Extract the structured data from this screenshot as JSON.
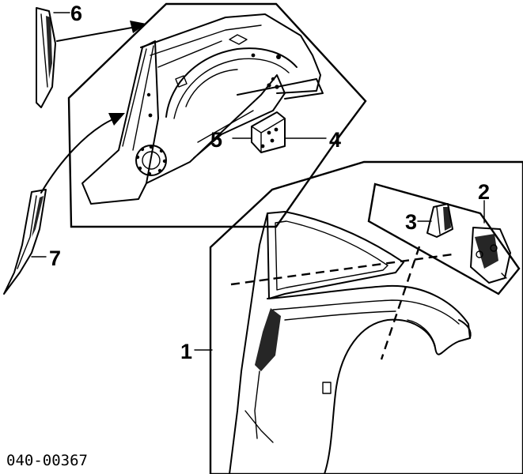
{
  "diagram": {
    "callouts": {
      "c1": "1",
      "c2": "2",
      "c3": "3",
      "c4": "4",
      "c5": "5",
      "c6": "6",
      "c7": "7"
    },
    "part_number": "040-00367"
  }
}
